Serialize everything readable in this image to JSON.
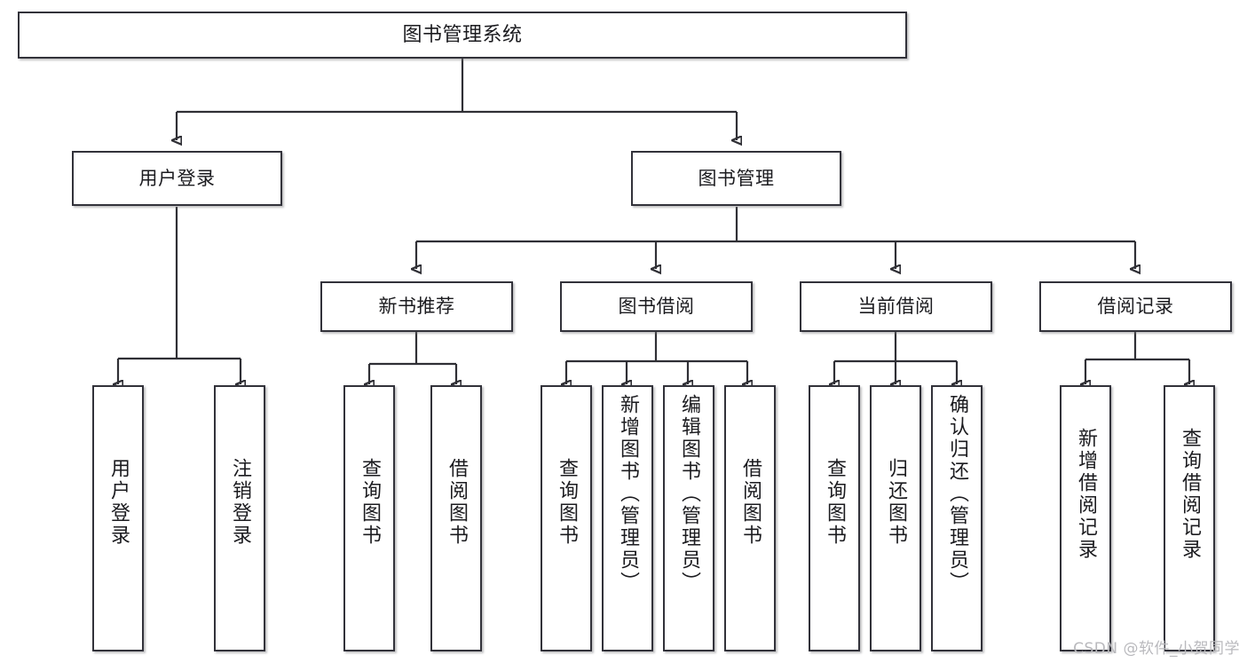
{
  "diagram": {
    "type": "hierarchy-tree",
    "title": "图书管理系统",
    "levels": 4,
    "root": {
      "label": "图书管理系统"
    },
    "level2": [
      {
        "label": "用户登录"
      },
      {
        "label": "图书管理"
      }
    ],
    "level3": [
      {
        "label": "新书推荐"
      },
      {
        "label": "图书借阅"
      },
      {
        "label": "当前借阅"
      },
      {
        "label": "借阅记录"
      }
    ],
    "leaves": {
      "user_login": [
        {
          "label": "用户登录"
        },
        {
          "label": "注销登录"
        }
      ],
      "new_book": [
        {
          "label": "查询图书"
        },
        {
          "label": "借阅图书"
        }
      ],
      "book_borrow": [
        {
          "label": "查询图书"
        },
        {
          "label": "新增图书（管理员）"
        },
        {
          "label": "编辑图书（管理员）"
        },
        {
          "label": "借阅图书"
        }
      ],
      "current_borrow": [
        {
          "label": "查询图书"
        },
        {
          "label": "归还图书"
        },
        {
          "label": "确认归还（管理员）"
        }
      ],
      "borrow_record": [
        {
          "label": "新增借阅记录"
        },
        {
          "label": "查询借阅记录"
        }
      ]
    }
  },
  "watermark": {
    "text": "CSDN @软件_小贺同学"
  },
  "colors": {
    "border": "#32323a",
    "text": "#1b1b1f",
    "background": "#ffffff",
    "watermark": "#b9b9bd"
  }
}
